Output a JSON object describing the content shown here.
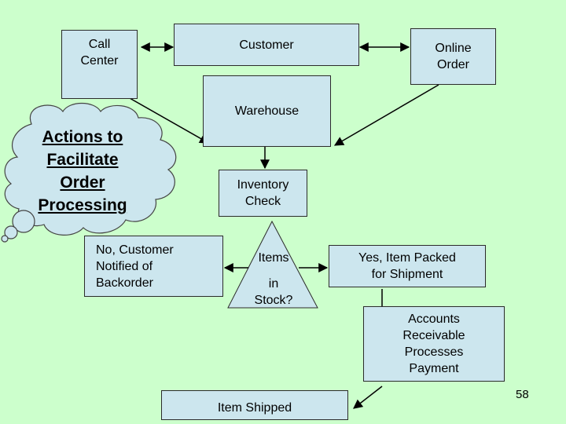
{
  "boxes": {
    "call_center": "Call\nCenter",
    "customer": "Customer",
    "online_order": "Online\nOrder",
    "warehouse": "Warehouse",
    "inventory_check": "Inventory\nCheck",
    "backorder": "No, Customer\nNotified of\nBackorder",
    "items_in_stock": {
      "line1": "Items",
      "line2": "in\nStock?"
    },
    "packed": "Yes, Item Packed\nfor Shipment",
    "accounts_receivable": "Accounts\nReceivable\nProcesses\nPayment",
    "item_shipped": "Item Shipped"
  },
  "cloud_label": "Actions to\nFacilitate\nOrder\nProcessing",
  "page_number": "58",
  "colors": {
    "background": "#ccffcc",
    "box_fill": "#cce6ee",
    "stroke": "#000000"
  }
}
